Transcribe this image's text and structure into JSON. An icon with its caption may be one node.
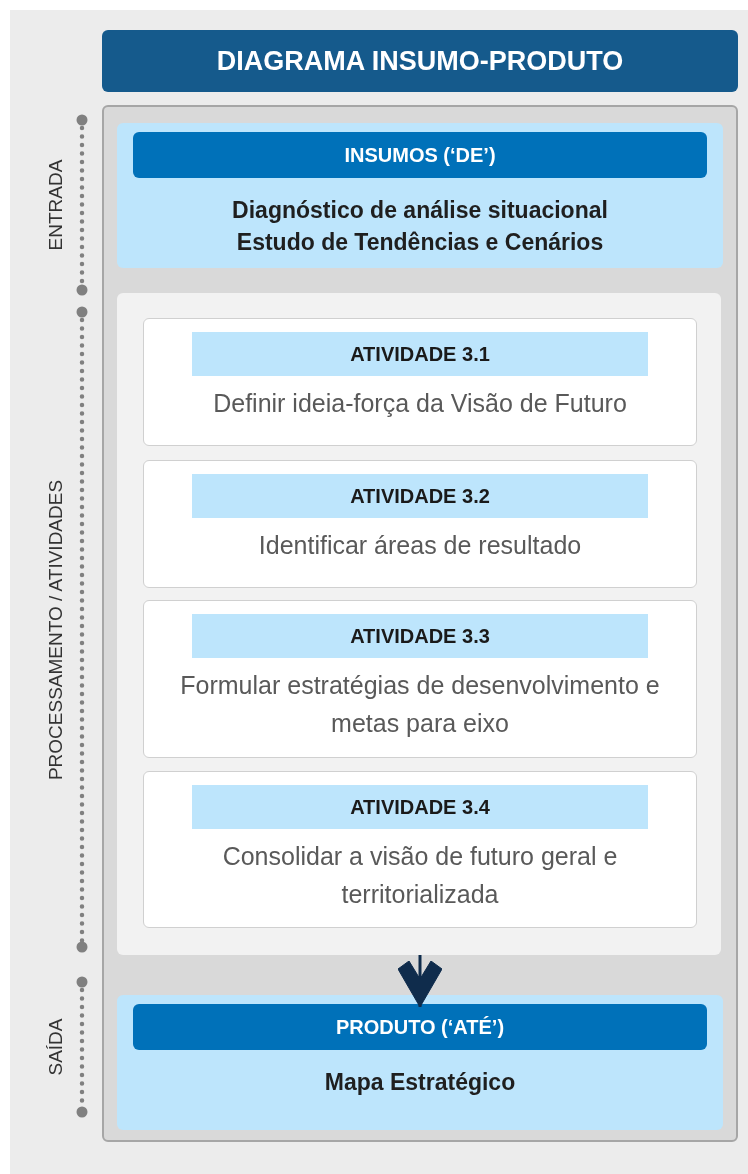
{
  "diagram": {
    "title": "DIAGRAMA INSUMO-PRODUTO",
    "nodes": [
      {
        "text": [],
        "shape": "box"
      },
      {
        "text": [
          "INSUMOS (‘DE’)",
          "Diagnóstico de análise situacional",
          "Estudo de Tendências e Cenários"
        ],
        "in": 0
      },
      {
        "text": [],
        "shape": "box",
        "in": 0
      },
      {
        "text": [
          "ATIVIDADE 3.1",
          "Definir ideia-força da Visão de Futuro"
        ],
        "in": 2
      },
      {
        "text": [
          "ATIVIDADE 3.2",
          "Identificar áreas de resultado"
        ],
        "in": 2
      },
      {
        "text": [
          "ATIVIDADE 3.3",
          "Formular estratégias de desenvolvimento e metas para eixo"
        ],
        "in": 2
      },
      {
        "text": [
          "ATIVIDADE 3.4",
          "Consolidar a visão de futuro geral e territorializada"
        ],
        "in": 2
      },
      {
        "text": [
          "PRODUTO (‘ATÉ’)",
          "Mapa Estratégico"
        ],
        "in": 0
      }
    ],
    "edges": [
      {
        "from": 2,
        "to": 7,
        "arrow": "to"
      }
    ],
    "labels": [
      "ENTRADA",
      "PROCESSAMENTO / ATIVIDADES",
      "SAÍDA"
    ]
  }
}
